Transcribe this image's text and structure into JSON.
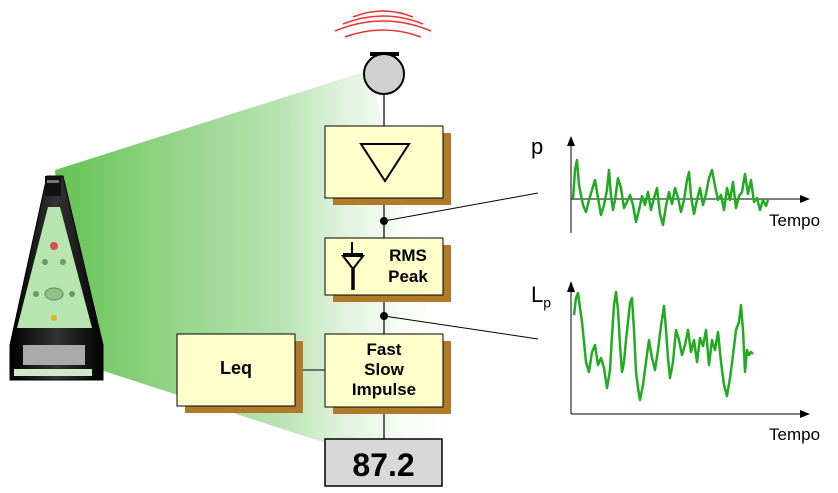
{
  "diagram": {
    "blocks": {
      "rms_line1": "RMS",
      "rms_line2": "Peak",
      "leq": "Leq",
      "weighting_line1": "Fast",
      "weighting_line2": "Slow",
      "weighting_line3": "Impulse",
      "display_value": "87.2"
    },
    "graphs": {
      "top_y_label": "p",
      "top_x_label": "Tempo",
      "bottom_y_label_main": "L",
      "bottom_y_label_sub": "p",
      "bottom_x_label": "Tempo"
    }
  },
  "colors": {
    "box_fill": "#ffffcc",
    "box_shadow": "#b07a2a",
    "signal": "#22aa22",
    "beam": "#5cbf4a",
    "sound_waves": "#ee3333",
    "display_fill": "#d8d8d8"
  }
}
